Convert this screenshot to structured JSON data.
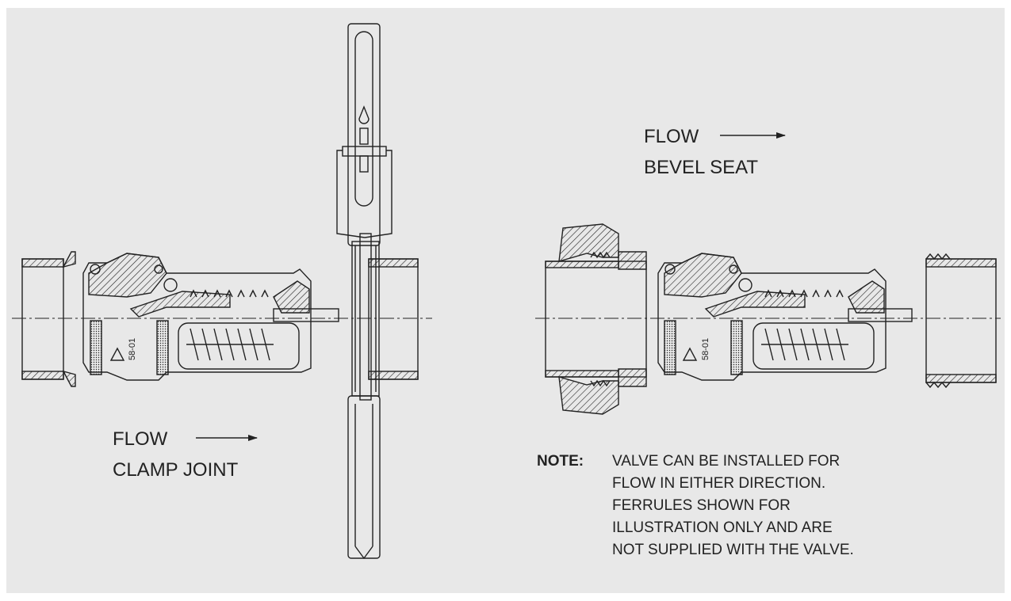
{
  "labels": {
    "clamp": {
      "flow": "FLOW",
      "joint": "CLAMP JOINT"
    },
    "bevel": {
      "flow": "FLOW",
      "seat": "BEVEL SEAT"
    },
    "note": {
      "heading": "NOTE:",
      "lines": [
        "VALVE CAN BE INSTALLED FOR",
        "FLOW IN EITHER DIRECTION.",
        "FERRULES SHOWN FOR",
        "ILLUSTRATION ONLY AND ARE",
        "NOT SUPPLIED WITH THE VALVE."
      ]
    },
    "stamp": "58-01"
  },
  "colors": {
    "background": "#e8e8e8",
    "line": "#222222"
  }
}
